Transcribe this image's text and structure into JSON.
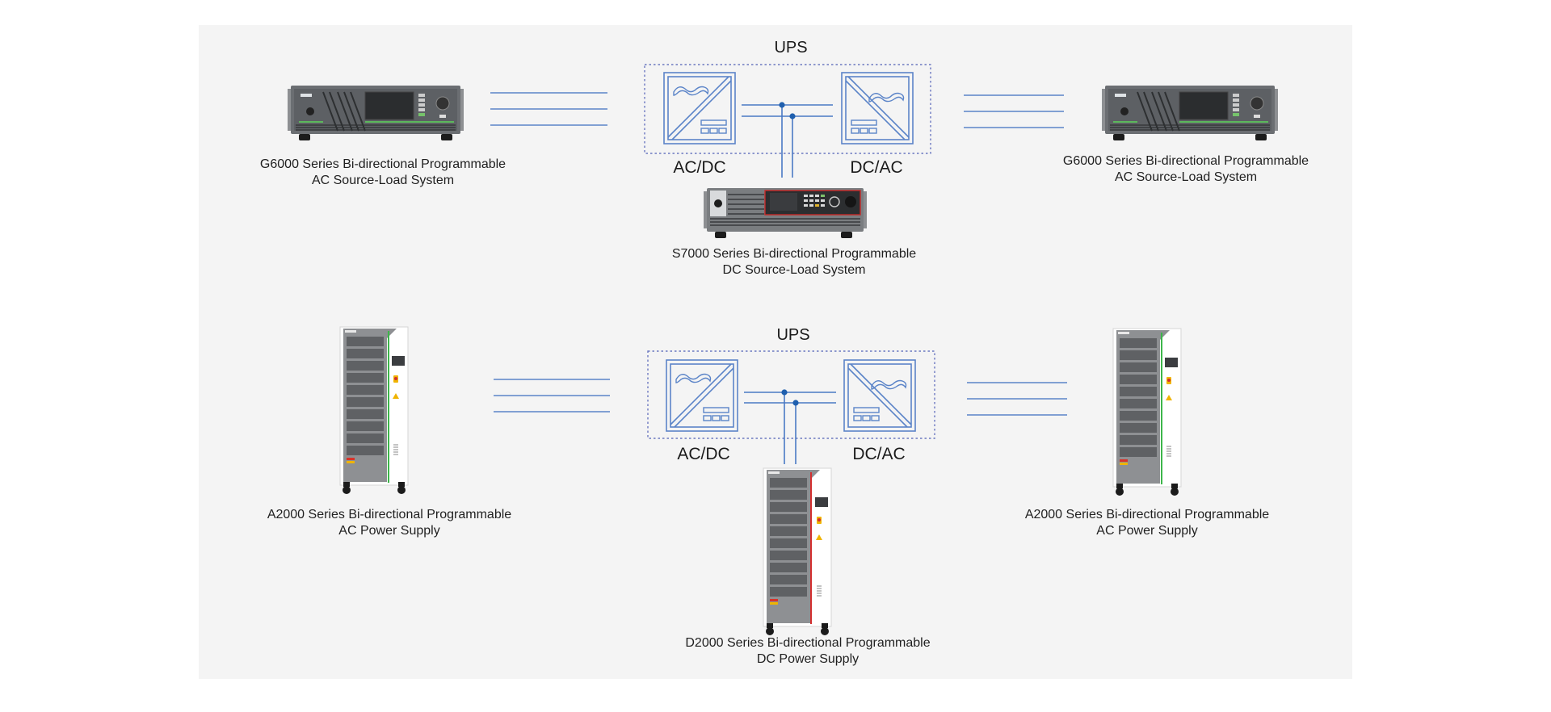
{
  "diagram": {
    "accent_color": "#4a79c4",
    "line_color": "#5b84c8",
    "node_color": "#1f5fae",
    "sections": [
      {
        "ups_label": "UPS",
        "rectifier_label": "AC/DC",
        "inverter_label": "DC/AC",
        "left_device": {
          "line1": "G6000 Series Bi-directional Programmable",
          "line2": "AC Source-Load System"
        },
        "right_device": {
          "line1": "G6000 Series Bi-directional Programmable",
          "line2": "AC Source-Load System"
        },
        "bottom_device": {
          "line1": "S7000 Series Bi-directional Programmable",
          "line2": "DC Source-Load System"
        }
      },
      {
        "ups_label": "UPS",
        "rectifier_label": "AC/DC",
        "inverter_label": "DC/AC",
        "left_device": {
          "line1": "A2000 Series Bi-directional Programmable",
          "line2": "AC Power Supply"
        },
        "right_device": {
          "line1": "A2000 Series Bi-directional Programmable",
          "line2": "AC Power Supply"
        },
        "bottom_device": {
          "line1": "D2000 Series Bi-directional Programmable",
          "line2": "DC Power Supply"
        }
      }
    ]
  }
}
